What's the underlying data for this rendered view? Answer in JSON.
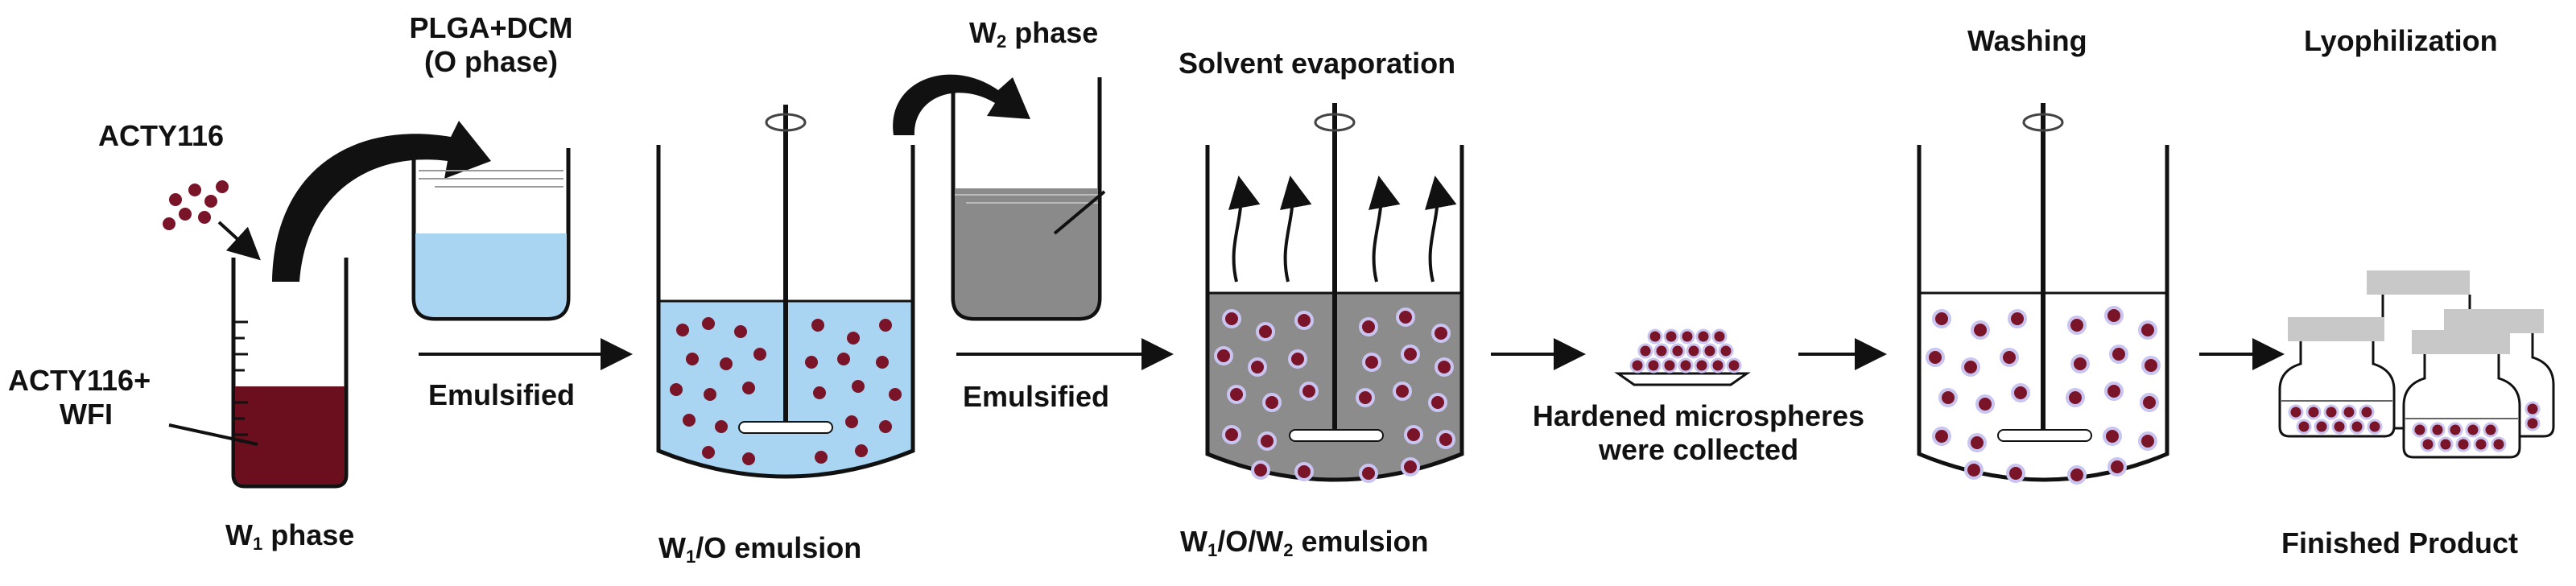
{
  "labels": {
    "acty116": "ACTY116",
    "acty116_wfi_line1": "ACTY116+",
    "acty116_wfi_line2": "WFI",
    "w1_phase": "phase",
    "w1_phase_prefix": "W",
    "w1_phase_sub": "1",
    "o_phase_line1": "PLGA+DCM",
    "o_phase_line2": "(O phase)",
    "emulsified_1": "Emulsified",
    "w1o_emulsion_prefix": "W",
    "w1o_emulsion_sub": "1",
    "w1o_emulsion_rest": "/O emulsion",
    "w2_phase_prefix": "W",
    "w2_phase_sub": "2",
    "w2_phase_rest": " phase",
    "emulsified_2": "Emulsified",
    "solvent_evaporation": "Solvent evaporation",
    "w1ow2_prefix": "W",
    "w1ow2_sub1": "1",
    "w1ow2_mid": "/O/W",
    "w1ow2_sub2": "2",
    "w1ow2_rest": " emulsion",
    "hardened_line1": "Hardened microspheres",
    "hardened_line2": "were collected",
    "washing": "Washing",
    "lyophilization": "Lyophilization",
    "finished_product": "Finished Product"
  },
  "colors": {
    "w1_liquid": "#6b0f1e",
    "o_phase_liquid": "#a9d4f2",
    "w2_liquid": "#8a8a8a",
    "emulsion_grey": "#8c8c8c",
    "particle": "#7a1428",
    "particle_rim": "#c9c4f0",
    "vial_cap": "#c8c8c8",
    "ink": "#111111"
  }
}
